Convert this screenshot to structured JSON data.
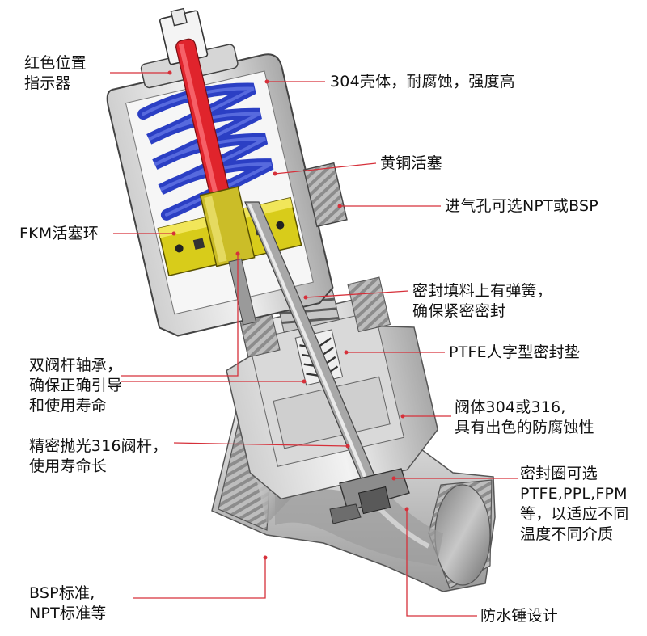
{
  "labels": {
    "red_indicator": [
      "红色位置",
      "指示器"
    ],
    "shell": "304壳体，耐腐蚀，强度高",
    "brass_piston": "黄铜活塞",
    "air_inlet": "进气孔可选NPT或BSP",
    "fkm_ring": "FKM活塞环",
    "seal_packing": [
      "密封填料上有弹簧，",
      "确保紧密密封"
    ],
    "ptfe_gasket": "PTFE人字型密封垫",
    "double_bearing": [
      "双阀杆轴承，",
      "确保正确引导",
      "和使用寿命"
    ],
    "valve_body": [
      "阀体304或316,",
      "具有出色的防腐蚀性"
    ],
    "polished_stem": [
      "精密抛光316阀杆，",
      "使用寿命长"
    ],
    "seal_ring": [
      "密封圈可选",
      "PTFE,PPL,FPM",
      "等，以适应不同",
      "温度不同介质"
    ],
    "bsp_standard": [
      "BSP标准,",
      "NPT标准等"
    ],
    "water_hammer": "防水锤设计"
  },
  "colors": {
    "leader": "#d6303a",
    "spring": "#2b3fc4",
    "indicator": "#e0242c",
    "piston": "#d8cc1a",
    "metal_light": "#e4e4e4",
    "metal_mid": "#b9b9b9",
    "metal_dark": "#6a6a6a"
  }
}
